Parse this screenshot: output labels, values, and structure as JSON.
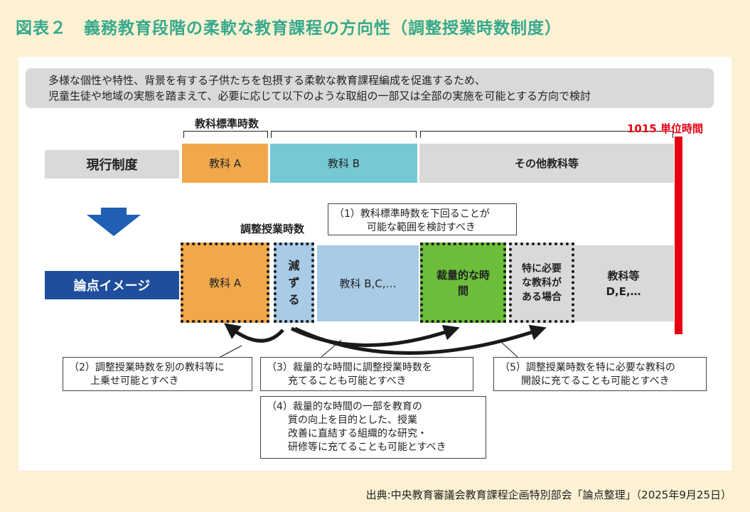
{
  "title": "図表２　義務教育段階の柔軟な教育課程の方向性（調整授業時数制度）",
  "intro": {
    "line1": "多様な個性や特性、背景を有する子供たちを包摂する柔軟な教育課程編成を促進するため、",
    "line2": "児童生徒や地域の実態を踏まえて、必要に応じて以下のような取組の一部又は全部の実施を可能とする方向で検討"
  },
  "standard_hours_label": "教科標準時数",
  "total_hours_label": "1015 単位時間",
  "current_row": {
    "label": "現行制度",
    "subject_a": "教科 A",
    "subject_b": "教科 B",
    "others": "その他教科等"
  },
  "adjusted_hours_label": "調整授業時数",
  "issue_row": {
    "label": "論点イメージ",
    "subject_a": "教科 A",
    "reduce": "減ずる",
    "subject_bc": "教科 B,C,…",
    "discretionary": "裁量的な時間",
    "needed": "特に必要な教科がある場合",
    "subject_de": "教科等 D,E,…"
  },
  "notes": {
    "n1_line1": "（1）教科標準時数を下回ることが",
    "n1_line2": "可能な範囲を検討すべき",
    "n2_line1": "（2）調整授業時数を別の教科等に",
    "n2_line2": "上乗せ可能とすべき",
    "n3_line1": "（3）裁量的な時間に調整授業時数を",
    "n3_line2": "充てることも可能とすべき",
    "n4_line1": "（4）裁量的な時間の一部を教育の",
    "n4_line2": "質の向上を目的とした、授業",
    "n4_line3": "改善に直結する組織的な研究・",
    "n4_line4": "研修等に充てることも可能とすべき",
    "n5_line1": "（5）調整授業時数を特に必要な教科の",
    "n5_line2": "開設に充てることも可能とすべき"
  },
  "source": "出典:中央教育審議会教育課程企画特別部会「論点整理」（2025年9月25日）",
  "colors": {
    "title": "#35a98c",
    "subject_a": "#f0a84b",
    "subject_b": "#76c8d4",
    "others": "#d9d9d9",
    "light_blue": "#a8cbe6",
    "green": "#6cbd3a",
    "row_label_blue": "#1f4e9c",
    "red_bar": "#e60012"
  },
  "icons": [
    "down-arrow-icon",
    "curved-arrow-icon"
  ]
}
